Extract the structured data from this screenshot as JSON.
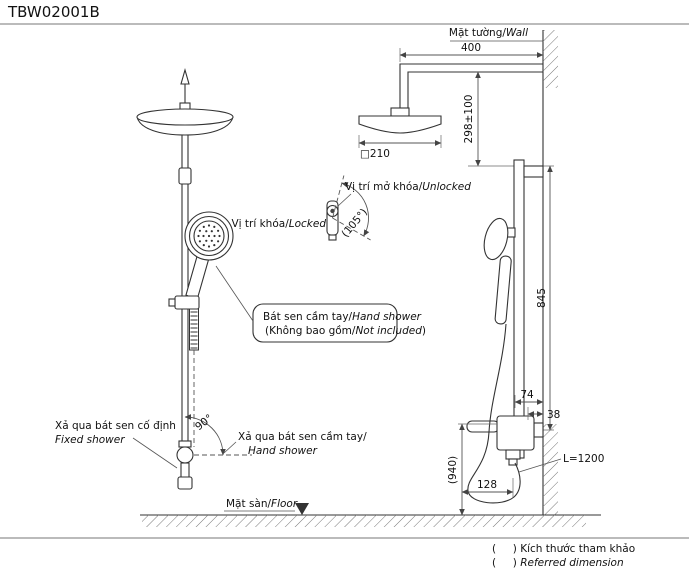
{
  "title": "TBW02001B",
  "front_view": {
    "note_line1_vi": "Bát sen cầm tay/",
    "note_line1_en": "Hand shower",
    "note_line2_vi": "(Không bao gồm/",
    "note_line2_en": "Not included",
    "note_line2_close": ")",
    "fixed_vi": "Xả qua bát sen cố định",
    "fixed_en": "Fixed shower",
    "hand_vi": "Xả qua bát sen cầm tay/",
    "hand_en": "Hand shower",
    "divert_angle": "90°"
  },
  "lock_detail": {
    "unlocked_vi": "Vị trí mở khóa/",
    "unlocked_en": "Unlocked",
    "locked_vi": "Vị trí khóa/",
    "locked_en": "Locked",
    "angle": "(105°)"
  },
  "side_view": {
    "wall_vi": "Mặt tường/",
    "wall_en": "Wall",
    "floor_vi": "Mặt sàn/",
    "floor_en": "Floor",
    "dim_arm": "400",
    "dim_head": "□210",
    "dim_adjust": "298±100",
    "dim_column": "845",
    "dim_74": "74",
    "dim_38": "38",
    "dim_hang": "(940)",
    "dim_128": "128",
    "hose_length": "L=1200"
  },
  "legend": {
    "paren": "(     )",
    "vi": " Kích thước tham khảo",
    "en": " Referred dimension"
  }
}
